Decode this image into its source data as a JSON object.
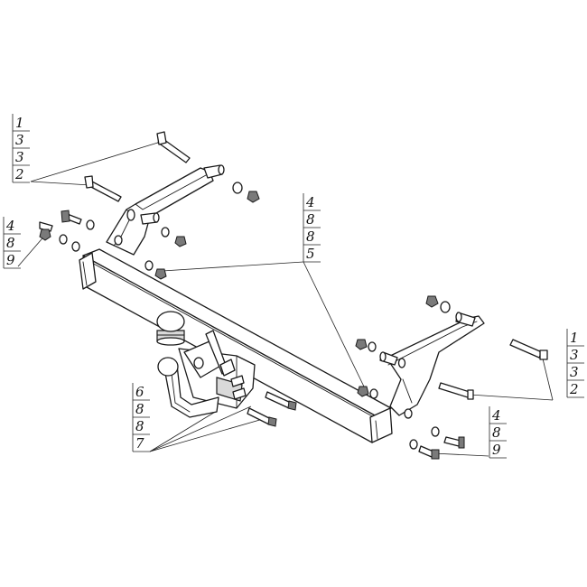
{
  "callouts": [
    {
      "id": "left-bolt-group",
      "numbers": [
        "1",
        "3",
        "3",
        "2"
      ]
    },
    {
      "id": "left-nut-group",
      "numbers": [
        "4",
        "8",
        "9"
      ]
    },
    {
      "id": "center-group",
      "numbers": [
        "4",
        "8",
        "8",
        "5"
      ]
    },
    {
      "id": "right-bolt-group",
      "numbers": [
        "1",
        "3",
        "3",
        "2"
      ]
    },
    {
      "id": "ball-group",
      "numbers": [
        "6",
        "8",
        "8",
        "7"
      ]
    },
    {
      "id": "right-nut-group",
      "numbers": [
        "4",
        "8",
        "9"
      ]
    }
  ]
}
